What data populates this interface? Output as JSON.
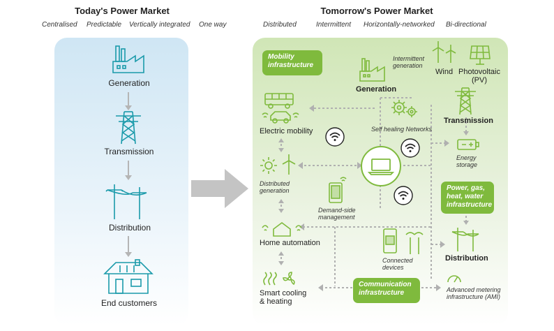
{
  "today": {
    "title": "Today's Power Market",
    "attributes": [
      "Centralised",
      "Predictable",
      "Vertically integrated",
      "One way"
    ],
    "nodes": [
      "Generation",
      "Transmission",
      "Distribution",
      "End customers"
    ]
  },
  "tomorrow": {
    "title": "Tomorrow's Power Market",
    "attributes": [
      "Distributed",
      "Intermittent",
      "Horizontally-networked",
      "Bi-directional"
    ],
    "boxes": {
      "mobility": "Mobility infrastructure",
      "utilities": "Power, gas, heat, water infrastructure",
      "communication": "Communication infrastructure"
    },
    "labels": {
      "electric_mobility": "Electric mobility",
      "distributed_generation": "Distributed generation",
      "home_automation": "Home automation",
      "smart_cooling": "Smart cooling & heating",
      "intermittent_generation": "Intermittent generation",
      "generation": "Generation",
      "wind": "Wind",
      "pv": "Photovoltaic (PV)",
      "self_healing": "Self healing Networks",
      "transmission": "Transmission",
      "energy_storage": "Energy storage",
      "demand_side": "Demand-side management",
      "connected_devices": "Connected devices",
      "distribution": "Distribution",
      "ami": "Advanced metering infrastructure (AMI)"
    }
  },
  "colors": {
    "teal": "#1a9aaa",
    "green": "#7fba3d",
    "arrow_gray": "#c4c4c4",
    "dotted_gray": "#b0b0b0"
  }
}
